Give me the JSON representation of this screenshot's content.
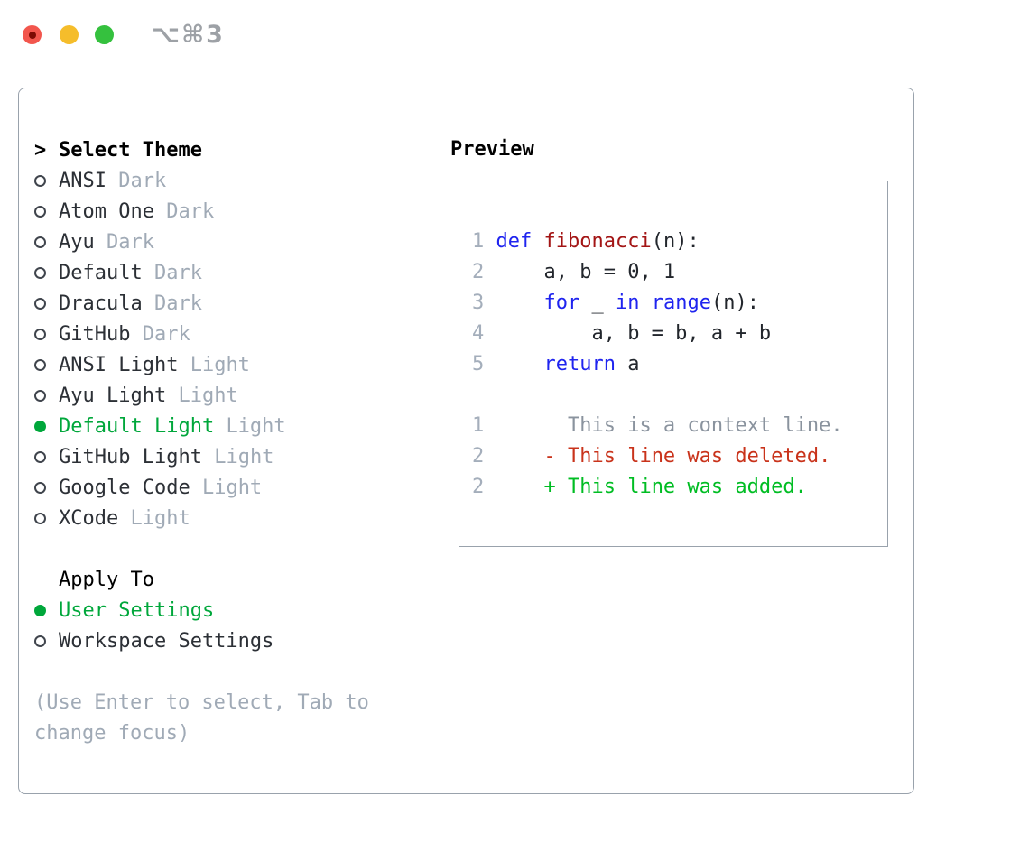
{
  "window": {
    "title": "⌥⌘3"
  },
  "titlebar": {
    "traffic_lights": [
      "close",
      "minimize",
      "zoom"
    ]
  },
  "sidebar": {
    "prompt": ">",
    "title": "Select Theme",
    "themes": [
      {
        "label": "ANSI",
        "variant": "Dark",
        "selected": false
      },
      {
        "label": "Atom One",
        "variant": "Dark",
        "selected": false
      },
      {
        "label": "Ayu",
        "variant": "Dark",
        "selected": false
      },
      {
        "label": "Default",
        "variant": "Dark",
        "selected": false
      },
      {
        "label": "Dracula",
        "variant": "Dark",
        "selected": false
      },
      {
        "label": "GitHub",
        "variant": "Dark",
        "selected": false
      },
      {
        "label": "ANSI Light",
        "variant": "Light",
        "selected": false
      },
      {
        "label": "Ayu Light",
        "variant": "Light",
        "selected": false
      },
      {
        "label": "Default Light",
        "variant": "Light",
        "selected": true
      },
      {
        "label": "GitHub Light",
        "variant": "Light",
        "selected": false
      },
      {
        "label": "Google Code",
        "variant": "Light",
        "selected": false
      },
      {
        "label": "XCode",
        "variant": "Light",
        "selected": false
      }
    ],
    "apply_to": {
      "title": "Apply To",
      "options": [
        {
          "label": "User Settings",
          "selected": true
        },
        {
          "label": "Workspace Settings",
          "selected": false
        }
      ]
    },
    "hint_line1": "(Use Enter to select, Tab to",
    "hint_line2": "change focus)"
  },
  "preview": {
    "title": "Preview",
    "lines": [
      {
        "num": "1",
        "kw1": "def ",
        "fn": "fibonacci",
        "pl1": "(n):"
      },
      {
        "num": "2",
        "pl1": "    a, b = 0, 1"
      },
      {
        "num": "3",
        "pl1": "    ",
        "kw1": "for",
        "pl2": " _ ",
        "kw2": "in",
        "pl3": " ",
        "kw3": "range",
        "pl4": "(n):"
      },
      {
        "num": "4",
        "pl1": "        a, b = b, a + b"
      },
      {
        "num": "5",
        "pl1": "    ",
        "kw1": "return",
        "pl2": " a"
      },
      {
        "num": "1",
        "ctx": "      This is a context line."
      },
      {
        "num": "2",
        "pl1": "    ",
        "del": "- This line was deleted."
      },
      {
        "num": "2",
        "pl1": "    ",
        "add": "+ This line was added."
      }
    ]
  },
  "colors": {
    "accent_green": "#00a73b",
    "added_green": "#00bd23",
    "deleted_red": "#c9331b",
    "keyword_blue": "#1f24ef",
    "function_red": "#a31515",
    "muted_gray": "#a0aab6",
    "border_gray": "#99a2ac",
    "traffic_red": "#f2564d",
    "traffic_yellow": "#f5bd2b",
    "traffic_green": "#35c13e"
  }
}
